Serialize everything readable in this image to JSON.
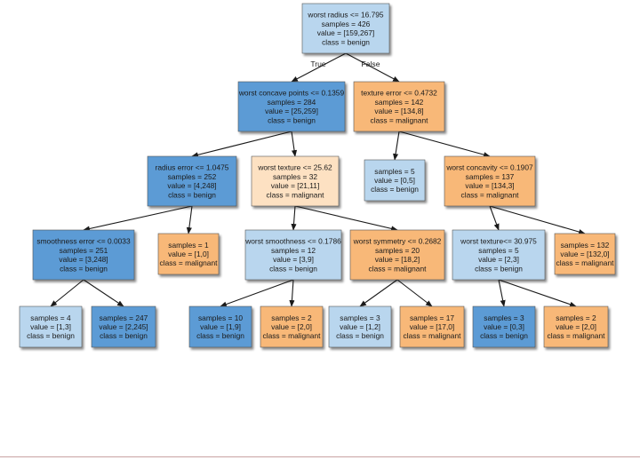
{
  "colors": {
    "benign_dark": "#5b9bd5",
    "benign_light": "#b9d6ee",
    "malignant_dark": "#f8b878",
    "malignant_light": "#fde1c2",
    "edge": "#1a1a1a",
    "border": "#555555"
  },
  "edge_labels": {
    "true": "True",
    "false": "False"
  },
  "nodes": [
    {
      "id": "root",
      "lines": [
        "worst radius <= 16.795",
        "samples = 426",
        "value = [159,267]",
        "class = benign"
      ],
      "fill": "benign_light"
    },
    {
      "id": "n1",
      "lines": [
        "worst concave points <= 0.1359",
        "samples = 284",
        "value = [25,259]",
        "class = benign"
      ],
      "fill": "benign_dark"
    },
    {
      "id": "n2",
      "lines": [
        "texture error <= 0.4732",
        "samples = 142",
        "value = [134,8]",
        "class = malignant"
      ],
      "fill": "malignant_dark"
    },
    {
      "id": "n3",
      "lines": [
        "radius error <= 1.0475",
        "samples = 252",
        "value = [4,248]",
        "class = benign"
      ],
      "fill": "benign_dark"
    },
    {
      "id": "n4",
      "lines": [
        "worst texture <= 25.62",
        "samples = 32",
        "value = [21,11]",
        "class = malignant"
      ],
      "fill": "malignant_light"
    },
    {
      "id": "n5",
      "lines": [
        "samples = 5",
        "value = [0,5]",
        "class = benign"
      ],
      "fill": "benign_light"
    },
    {
      "id": "n6",
      "lines": [
        "worst concavity <= 0.1907",
        "samples = 137",
        "value = [134,3]",
        "class = malignant"
      ],
      "fill": "malignant_dark"
    },
    {
      "id": "n7",
      "lines": [
        "smoothness error <= 0.0033",
        "samples = 251",
        "value = [3,248]",
        "class = benign"
      ],
      "fill": "benign_dark"
    },
    {
      "id": "n8",
      "lines": [
        "samples = 1",
        "value = [1,0]",
        "class = malignant"
      ],
      "fill": "malignant_dark"
    },
    {
      "id": "n9",
      "lines": [
        "worst smoothness <= 0.1786",
        "samples = 12",
        "value = [3,9]",
        "class = benign"
      ],
      "fill": "benign_light"
    },
    {
      "id": "n10",
      "lines": [
        "worst symmetry <= 0.2682",
        "samples = 20",
        "value = [18,2]",
        "class = malignant"
      ],
      "fill": "malignant_dark"
    },
    {
      "id": "n11",
      "lines": [
        "worst texture<= 30.975",
        "samples = 5",
        "value = [2,3]",
        "class = benign"
      ],
      "fill": "benign_light"
    },
    {
      "id": "n12",
      "lines": [
        "samples = 132",
        "value = [132,0]",
        "class = malignant"
      ],
      "fill": "malignant_dark"
    },
    {
      "id": "n13",
      "lines": [
        "samples = 4",
        "value = [1,3]",
        "class = benign"
      ],
      "fill": "benign_light"
    },
    {
      "id": "n14",
      "lines": [
        "samples = 247",
        "value = [2,245]",
        "class = benign"
      ],
      "fill": "benign_dark"
    },
    {
      "id": "n15",
      "lines": [
        "samples = 10",
        "value = [1,9]",
        "class = benign"
      ],
      "fill": "benign_dark"
    },
    {
      "id": "n16",
      "lines": [
        "samples = 2",
        "value = [2,0]",
        "class = malignant"
      ],
      "fill": "malignant_dark"
    },
    {
      "id": "n17",
      "lines": [
        "samples = 3",
        "value = [1,2]",
        "class = benign"
      ],
      "fill": "benign_light"
    },
    {
      "id": "n18",
      "lines": [
        "samples = 17",
        "value = [17,0]",
        "class = malignant"
      ],
      "fill": "malignant_dark"
    },
    {
      "id": "n19",
      "lines": [
        "samples = 3",
        "value = [0,3]",
        "class = benign"
      ],
      "fill": "benign_dark"
    },
    {
      "id": "n20",
      "lines": [
        "samples = 2",
        "value = [2,0]",
        "class = malignant"
      ],
      "fill": "malignant_dark"
    }
  ],
  "edges": [
    [
      "root",
      "n1"
    ],
    [
      "root",
      "n2"
    ],
    [
      "n1",
      "n3"
    ],
    [
      "n1",
      "n4"
    ],
    [
      "n2",
      "n5"
    ],
    [
      "n2",
      "n6"
    ],
    [
      "n3",
      "n7"
    ],
    [
      "n3",
      "n8"
    ],
    [
      "n4",
      "n9"
    ],
    [
      "n4",
      "n10"
    ],
    [
      "n6",
      "n11"
    ],
    [
      "n6",
      "n12"
    ],
    [
      "n7",
      "n13"
    ],
    [
      "n7",
      "n14"
    ],
    [
      "n9",
      "n15"
    ],
    [
      "n9",
      "n16"
    ],
    [
      "n10",
      "n17"
    ],
    [
      "n10",
      "n18"
    ],
    [
      "n11",
      "n19"
    ],
    [
      "n11",
      "n20"
    ]
  ]
}
